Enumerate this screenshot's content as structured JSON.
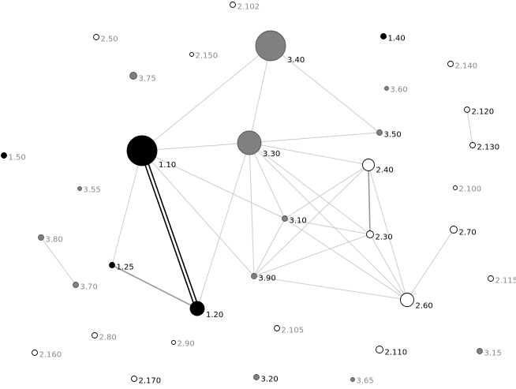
{
  "palette": {
    "black": "#000000",
    "gray": "#808080",
    "white": "#ffffff",
    "edge": "#cccccc",
    "edge_strong": "#999999",
    "label_dark": "#000000",
    "label_muted": "#888888"
  },
  "nodes": [
    {
      "id": "n1_10",
      "label": "1.10",
      "fill": "black",
      "size": "xl",
      "muted": false
    },
    {
      "id": "n1_20",
      "label": "1.20",
      "fill": "black",
      "size": "m",
      "muted": false
    },
    {
      "id": "n1_25",
      "label": "1.25",
      "fill": "black",
      "size": "xs",
      "muted": false
    },
    {
      "id": "n1_40",
      "label": "1.40",
      "fill": "black",
      "size": "xs",
      "muted": false
    },
    {
      "id": "n1_50",
      "label": "1.50",
      "fill": "black",
      "size": "xs",
      "muted": true
    },
    {
      "id": "n2_40",
      "label": "2.40",
      "fill": "white",
      "size": "m",
      "muted": false
    },
    {
      "id": "n2_30",
      "label": "2.30",
      "fill": "white",
      "size": "s",
      "muted": false
    },
    {
      "id": "n2_60",
      "label": "2.60",
      "fill": "white",
      "size": "m",
      "muted": false
    },
    {
      "id": "n2_70",
      "label": "2.70",
      "fill": "white",
      "size": "s",
      "muted": false
    },
    {
      "id": "n2_50",
      "label": "2.50",
      "fill": "white",
      "size": "xs",
      "muted": true
    },
    {
      "id": "n2_102",
      "label": "2.102",
      "fill": "white",
      "size": "xs",
      "muted": true
    },
    {
      "id": "n2_150",
      "label": "2.150",
      "fill": "white",
      "size": "xxs",
      "muted": true
    },
    {
      "id": "n2_140",
      "label": "2.140",
      "fill": "white",
      "size": "xs",
      "muted": true
    },
    {
      "id": "n2_120",
      "label": "2.120",
      "fill": "white",
      "size": "xs",
      "muted": false
    },
    {
      "id": "n2_130",
      "label": "2.130",
      "fill": "white",
      "size": "xs",
      "muted": false
    },
    {
      "id": "n2_100",
      "label": "2.100",
      "fill": "white",
      "size": "xxs",
      "muted": true
    },
    {
      "id": "n2_115",
      "label": "2.115",
      "fill": "white",
      "size": "xs",
      "muted": true
    },
    {
      "id": "n2_110",
      "label": "2.110",
      "fill": "white",
      "size": "s",
      "muted": false
    },
    {
      "id": "n2_105",
      "label": "2.105",
      "fill": "white",
      "size": "xs",
      "muted": true
    },
    {
      "id": "n2_80",
      "label": "2.80",
      "fill": "white",
      "size": "xs",
      "muted": true
    },
    {
      "id": "n2_90",
      "label": "2.90",
      "fill": "white",
      "size": "xxs",
      "muted": true
    },
    {
      "id": "n2_160",
      "label": "2.160",
      "fill": "white",
      "size": "xs",
      "muted": true
    },
    {
      "id": "n2_170",
      "label": "2.170",
      "fill": "white",
      "size": "xs",
      "muted": false
    },
    {
      "id": "n3_40",
      "label": "3.40",
      "fill": "gray",
      "size": "xxl",
      "muted": false
    },
    {
      "id": "n3_30",
      "label": "3.30",
      "fill": "gray",
      "size": "l",
      "muted": false
    },
    {
      "id": "n3_50",
      "label": "3.50",
      "fill": "gray",
      "size": "xs",
      "muted": false
    },
    {
      "id": "n3_10",
      "label": "3.10",
      "fill": "gray",
      "size": "xs",
      "muted": false
    },
    {
      "id": "n3_90",
      "label": "3.90",
      "fill": "gray",
      "size": "xs",
      "muted": false
    },
    {
      "id": "n3_75",
      "label": "3.75",
      "fill": "gray",
      "size": "s",
      "muted": true
    },
    {
      "id": "n3_60",
      "label": "3.60",
      "fill": "gray",
      "size": "xxs",
      "muted": true
    },
    {
      "id": "n3_55",
      "label": "3.55",
      "fill": "gray",
      "size": "xxs",
      "muted": true
    },
    {
      "id": "n3_80",
      "label": "3.80",
      "fill": "gray",
      "size": "xs",
      "muted": true
    },
    {
      "id": "n3_70",
      "label": "3.70",
      "fill": "gray",
      "size": "xs",
      "muted": true
    },
    {
      "id": "n3_15",
      "label": "3.15",
      "fill": "gray",
      "size": "xs",
      "muted": true
    },
    {
      "id": "n3_20",
      "label": "3.20",
      "fill": "gray",
      "size": "xs",
      "muted": false
    },
    {
      "id": "n3_65",
      "label": "3.65",
      "fill": "gray",
      "size": "xxs",
      "muted": true
    }
  ],
  "edges": [
    {
      "from": "n1_10",
      "to": "n1_20",
      "style": "double"
    },
    {
      "from": "n1_10",
      "to": "n3_40",
      "style": "thin"
    },
    {
      "from": "n1_10",
      "to": "n3_30",
      "style": "thin"
    },
    {
      "from": "n1_10",
      "to": "n1_25",
      "style": "thin"
    },
    {
      "from": "n1_10",
      "to": "n3_10",
      "style": "thin"
    },
    {
      "from": "n1_10",
      "to": "n3_90",
      "style": "thin"
    },
    {
      "from": "n1_25",
      "to": "n1_20",
      "style": "medium"
    },
    {
      "from": "n3_40",
      "to": "n3_30",
      "style": "thin"
    },
    {
      "from": "n3_40",
      "to": "n3_50",
      "style": "thin"
    },
    {
      "from": "n3_30",
      "to": "n3_50",
      "style": "thin"
    },
    {
      "from": "n3_30",
      "to": "n2_40",
      "style": "thin"
    },
    {
      "from": "n3_30",
      "to": "n3_10",
      "style": "thin"
    },
    {
      "from": "n3_30",
      "to": "n2_30",
      "style": "thin"
    },
    {
      "from": "n3_30",
      "to": "n2_60",
      "style": "thin"
    },
    {
      "from": "n3_30",
      "to": "n3_90",
      "style": "thin"
    },
    {
      "from": "n3_30",
      "to": "n1_20",
      "style": "thin"
    },
    {
      "from": "n2_40",
      "to": "n2_30",
      "style": "medium"
    },
    {
      "from": "n2_40",
      "to": "n3_10",
      "style": "thin"
    },
    {
      "from": "n2_40",
      "to": "n3_90",
      "style": "thin"
    },
    {
      "from": "n2_40",
      "to": "n2_60",
      "style": "thin"
    },
    {
      "from": "n3_10",
      "to": "n2_30",
      "style": "thin"
    },
    {
      "from": "n3_10",
      "to": "n3_90",
      "style": "thin"
    },
    {
      "from": "n3_10",
      "to": "n2_60",
      "style": "thin"
    },
    {
      "from": "n2_30",
      "to": "n3_90",
      "style": "thin"
    },
    {
      "from": "n2_30",
      "to": "n2_60",
      "style": "thin"
    },
    {
      "from": "n3_90",
      "to": "n2_60",
      "style": "thin"
    },
    {
      "from": "n2_70",
      "to": "n2_60",
      "style": "thin"
    },
    {
      "from": "n2_120",
      "to": "n2_130",
      "style": "thin"
    },
    {
      "from": "n3_80",
      "to": "n3_70",
      "style": "thin"
    }
  ]
}
